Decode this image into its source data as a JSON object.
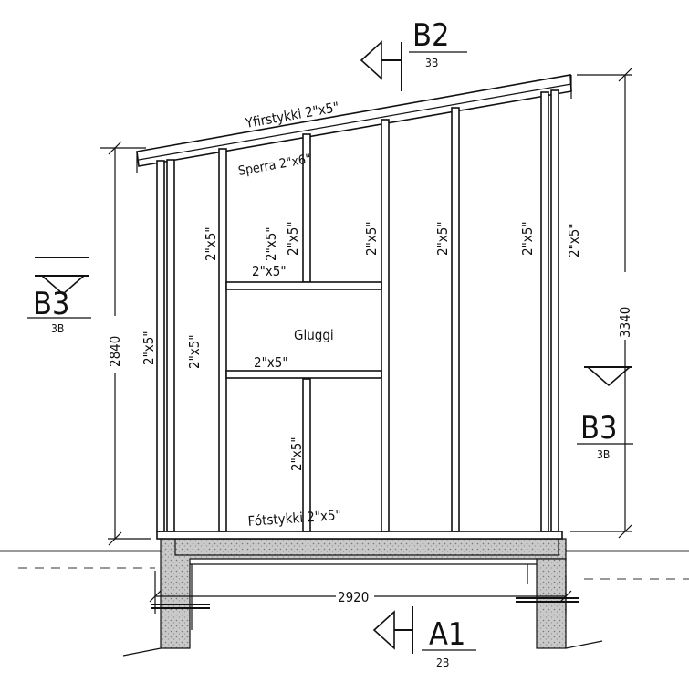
{
  "labels": {
    "top_plate": "Yfirstykki 2\"x5\"",
    "rafter": "Sperra 2\"x6\"",
    "window": "Gluggi",
    "bottom_plate": "Fótstykki 2\"x5\"",
    "window_header": "2\"x5\"",
    "window_sill": "2\"x5\"",
    "stud_1": "2\"x5\"",
    "stud_2": "2\"x5\"",
    "stud_3": "2\"x5\"",
    "stud_4": "2\"x5\"",
    "stud_5": "2\"x5\"",
    "stud_6": "2\"x5\"",
    "stud_7": "2\"x5\"",
    "stud_8": "2\"x5\"",
    "stud_9": "2\"x5\""
  },
  "dimensions": {
    "left_height": "2840",
    "right_height": "3340",
    "width": "2920"
  },
  "section_markers": {
    "b2": {
      "letter": "B2",
      "sheet": "3B"
    },
    "b3_left": {
      "letter": "B3",
      "sheet": "3B"
    },
    "b3_right": {
      "letter": "B3",
      "sheet": "3B"
    },
    "a1": {
      "letter": "A1",
      "sheet": "2B"
    }
  }
}
